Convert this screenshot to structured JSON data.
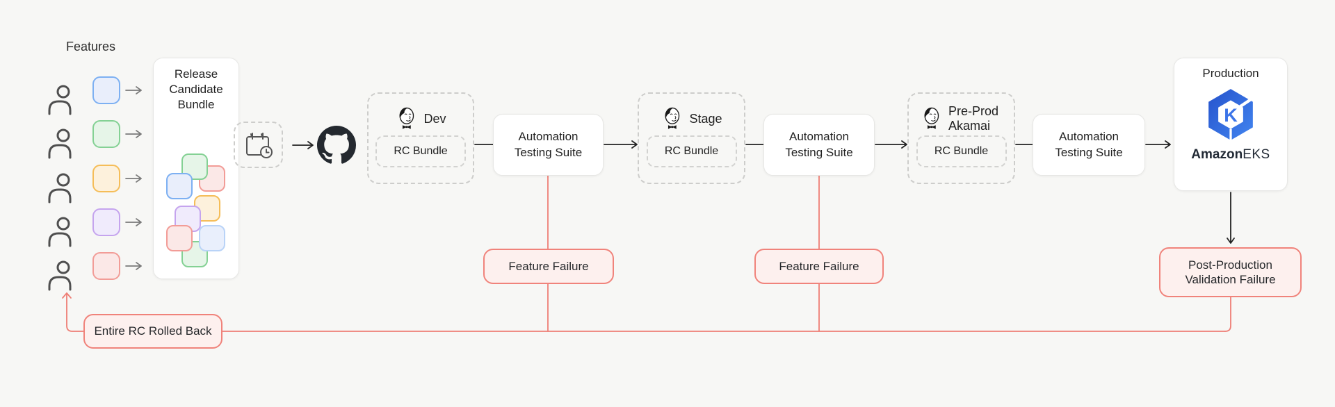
{
  "colors": {
    "background": "#f7f7f5",
    "connector_red": "#ee7e75",
    "connector_black": "#222222",
    "failure_border": "#f0837b",
    "failure_fill": "#fdf0ee",
    "github_black": "#24292f",
    "eks_blue": "#3b74e8"
  },
  "features": {
    "label": "Features",
    "items": [
      {
        "color_name": "blue",
        "border": "#7db0f2",
        "fill": "#e9eefb"
      },
      {
        "color_name": "green",
        "border": "#84d194",
        "fill": "#e6f5e8"
      },
      {
        "color_name": "orange",
        "border": "#f5bd58",
        "fill": "#fdf1dc"
      },
      {
        "color_name": "purple",
        "border": "#c5a4ee",
        "fill": "#f0ebfc"
      },
      {
        "color_name": "red",
        "border": "#f29c97",
        "fill": "#fbe8e7"
      }
    ]
  },
  "release_candidate": {
    "title": "Release Candidate Bundle",
    "chips": [
      {
        "color_name": "red",
        "border": "#f29c97",
        "fill": "#fbe8e7"
      },
      {
        "color_name": "green",
        "border": "#84d194",
        "fill": "#e6f5e8"
      },
      {
        "color_name": "blue",
        "border": "#7db0f2",
        "fill": "#e9eefb"
      },
      {
        "color_name": "orange",
        "border": "#f5bd58",
        "fill": "#fdf1dc"
      },
      {
        "color_name": "purple",
        "border": "#c5a4ee",
        "fill": "#f0ebfc"
      },
      {
        "color_name": "green",
        "border": "#84d194",
        "fill": "#e6f5e8"
      },
      {
        "color_name": "red",
        "border": "#f29c97",
        "fill": "#fbe8e7"
      },
      {
        "color_name": "blue_light",
        "border": "#b9d3f7",
        "fill": "#e9effc"
      }
    ]
  },
  "icons": {
    "schedule": "calendar-clock-icon",
    "source_control": "github-icon",
    "ci_agent": "jenkins-icon",
    "contributor": "person-icon",
    "production_platform": "amazon-eks-logo"
  },
  "stages": [
    {
      "env_label": "Dev",
      "bundle_label": "RC Bundle",
      "suite_label": "Automation Testing Suite"
    },
    {
      "env_label": "Stage",
      "bundle_label": "RC Bundle",
      "suite_label": "Automation Testing Suite"
    },
    {
      "env_label": "Pre-Prod Akamai",
      "bundle_label": "RC Bundle",
      "suite_label": "Automation Testing Suite"
    }
  ],
  "production": {
    "title": "Production",
    "logo_letter": "K",
    "brand": "Amazon",
    "product": "EKS"
  },
  "failures": {
    "feature_failures": [
      "Feature Failure",
      "Feature Failure"
    ],
    "post_production": "Post-Production Validation Failure",
    "rollback": "Entire RC Rolled Back"
  }
}
